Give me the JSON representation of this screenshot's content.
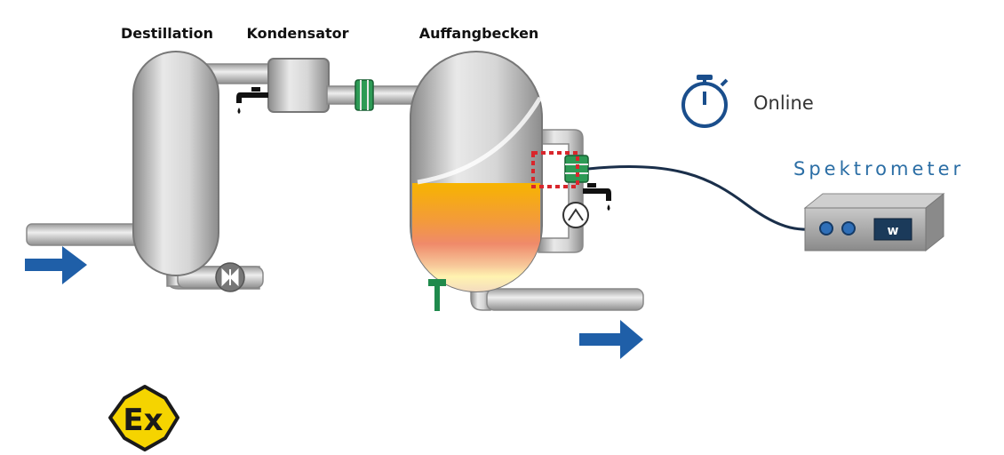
{
  "labels": {
    "destillation": "Destillation",
    "kondensator": "Kondensator",
    "auffangbecken": "Auffangbecken",
    "online": "Online",
    "spektrometer": "Spektrometer",
    "ex": "Ex"
  },
  "colors": {
    "arrow": "#1f5fa8",
    "stopwatch": "#1a4e8c",
    "spektrometer_text": "#2b6ea5",
    "cable": "#1a2f4a",
    "sampling_frame": "#d9262c",
    "flange": "#1f8a4c",
    "ex_fill": "#f5d400"
  },
  "icons": {
    "stopwatch": "stopwatch-icon",
    "tap": "tap-icon",
    "valve": "valve-icon",
    "pump": "pump-icon",
    "flow": "arrow-right-icon",
    "ex": "ex-hazard-icon"
  }
}
